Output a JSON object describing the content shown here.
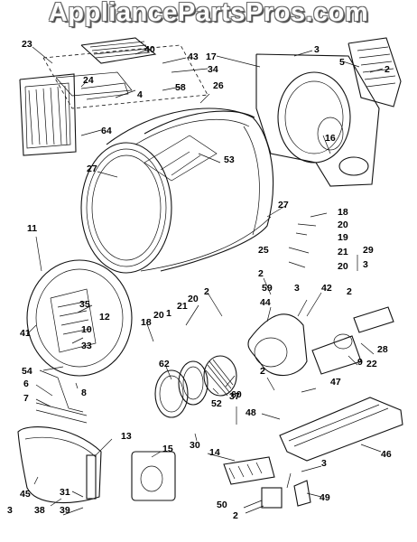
{
  "watermark": "AppliancePartsPros.com",
  "labels": [
    "23",
    "40",
    "43",
    "34",
    "3",
    "17",
    "5",
    "2",
    "24",
    "58",
    "26",
    "4",
    "64",
    "27",
    "53",
    "16",
    "27",
    "18",
    "20",
    "19",
    "25",
    "21",
    "20",
    "11",
    "29",
    "3",
    "2",
    "59",
    "42",
    "20",
    "1",
    "21",
    "2",
    "3",
    "44",
    "35",
    "12",
    "18",
    "20",
    "10",
    "33",
    "41",
    "2",
    "28",
    "22",
    "9",
    "54",
    "62",
    "60",
    "47",
    "8",
    "7",
    "6",
    "52",
    "37",
    "2",
    "48",
    "30",
    "15",
    "13",
    "14",
    "46",
    "3",
    "45",
    "31",
    "3",
    "38",
    "39",
    "49",
    "50",
    "2"
  ]
}
